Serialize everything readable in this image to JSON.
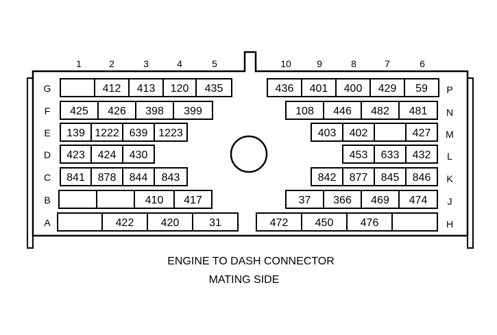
{
  "title_line1": "ENGINE TO DASH CONNECTOR",
  "title_line2": "MATING SIDE",
  "left_columns": [
    "1",
    "2",
    "3",
    "4",
    "5"
  ],
  "right_columns": [
    "10",
    "9",
    "8",
    "7",
    "6"
  ],
  "left_rows": [
    "G",
    "F",
    "E",
    "D",
    "C",
    "B",
    "A"
  ],
  "right_rows": [
    "P",
    "N",
    "M",
    "L",
    "K",
    "J",
    "H"
  ],
  "left_cavities": [
    [
      "",
      "412",
      "413",
      "120",
      "435"
    ],
    [
      "425",
      "426",
      "398",
      "399"
    ],
    [
      "139",
      "1222",
      "639",
      "1223"
    ],
    [
      "423",
      "424",
      "430"
    ],
    [
      "841",
      "878",
      "844",
      "843"
    ],
    [
      "",
      "",
      "410",
      "417"
    ],
    [
      "",
      "422",
      "420",
      "31"
    ]
  ],
  "right_cavities": [
    [
      "436",
      "401",
      "400",
      "429",
      "59"
    ],
    [
      "108",
      "446",
      "482",
      "481"
    ],
    [
      "403",
      "402",
      "",
      "427"
    ],
    [
      "453",
      "633",
      "432"
    ],
    [
      "842",
      "877",
      "845",
      "846"
    ],
    [
      "37",
      "366",
      "469",
      "474"
    ],
    [
      "472",
      "450",
      "476",
      ""
    ]
  ]
}
